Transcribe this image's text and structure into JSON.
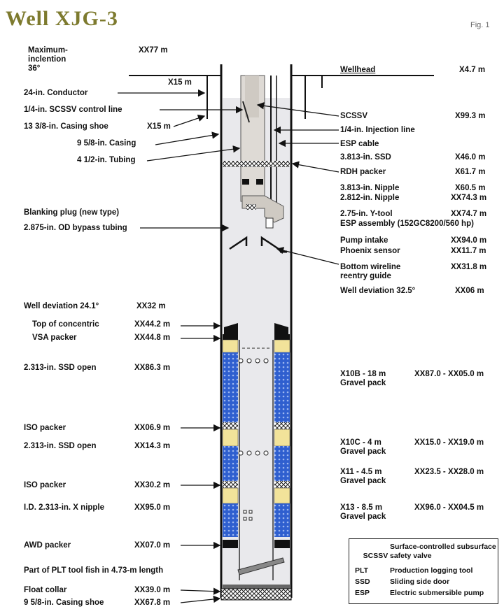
{
  "header": {
    "title": "Well XJG-3",
    "fig": "Fig. 1"
  },
  "left_labels": [
    {
      "name": "max-inclination",
      "text": "Maximum-\ninclention\n36°",
      "value": "XX77 m"
    },
    {
      "name": "conductor",
      "text": "24-in. Conductor",
      "value": "X15 m"
    },
    {
      "name": "scssv-control-line",
      "text": "1/4-in. SCSSV control line",
      "value": ""
    },
    {
      "name": "casing-shoe-13",
      "text": "13 3/8-in. Casing shoe",
      "value": "X15 m"
    },
    {
      "name": "casing-9",
      "text": "9 5/8-in. Casing",
      "value": ""
    },
    {
      "name": "tubing",
      "text": "4 1/2-in. Tubing",
      "value": ""
    },
    {
      "name": "blanking-plug",
      "text": "Blanking plug (new type)",
      "value": ""
    },
    {
      "name": "bypass-tubing",
      "text": "2.875-in. OD bypass tubing",
      "value": ""
    },
    {
      "name": "well-deviation-24",
      "text": "Well deviation 24.1°",
      "value": "XX32 m"
    },
    {
      "name": "top-of-concentric",
      "text": "Top of concentric",
      "value": "XX44.2 m"
    },
    {
      "name": "vsa-packer",
      "text": "VSA packer",
      "value": "XX44.8 m"
    },
    {
      "name": "ssd-open-1",
      "text": "2.313-in. SSD open",
      "value": "XX86.3 m"
    },
    {
      "name": "iso-packer-1",
      "text": "ISO packer",
      "value": "XX06.9 m"
    },
    {
      "name": "ssd-open-2",
      "text": "2.313-in. SSD open",
      "value": "XX14.3 m"
    },
    {
      "name": "iso-packer-2",
      "text": "ISO packer",
      "value": "XX30.2 m"
    },
    {
      "name": "x-nipple",
      "text": "I.D. 2.313-in. X nipple",
      "value": "XX95.0 m"
    },
    {
      "name": "awd-packer",
      "text": "AWD packer",
      "value": "XX07.0 m"
    },
    {
      "name": "plt-fish",
      "text": "Part of PLT tool fish in 4.73-m length",
      "value": ""
    },
    {
      "name": "float-collar",
      "text": "Float collar",
      "value": "XX39.0 m"
    },
    {
      "name": "casing-shoe-9",
      "text": "9 5/8-in. Casing shoe",
      "value": "XX67.8 m"
    }
  ],
  "right_labels": [
    {
      "name": "wellhead",
      "text": "Wellhead",
      "value": "X4.7 m"
    },
    {
      "name": "scssv",
      "text": "SCSSV",
      "value": "X99.3 m"
    },
    {
      "name": "injection-line",
      "text": "1/4-in. Injection line",
      "value": ""
    },
    {
      "name": "esp-cable",
      "text": "ESP cable",
      "value": ""
    },
    {
      "name": "ssd-3813",
      "text": "3.813-in. SSD",
      "value": "X46.0 m"
    },
    {
      "name": "rdh-packer",
      "text": "RDH packer",
      "value": "X61.7 m"
    },
    {
      "name": "nipple-3813",
      "text": "3.813-in. Nipple",
      "value": "X60.5 m"
    },
    {
      "name": "nipple-2812",
      "text": "2.812-in. Nipple",
      "value": "XX74.3 m"
    },
    {
      "name": "y-tool",
      "text": "2.75-in. Y-tool",
      "value": "XX74.7 m"
    },
    {
      "name": "esp-assembly",
      "text": "ESP assembly (152GC8200/560 hp)",
      "value": ""
    },
    {
      "name": "pump-intake",
      "text": "Pump intake",
      "value": "XX94.0 m"
    },
    {
      "name": "phoenix-sensor",
      "text": "Phoenix sensor",
      "value": "XX11.7 m"
    },
    {
      "name": "bottom-wireline",
      "text": "Bottom wireline\nreentry guide",
      "value": "XX31.8 m"
    },
    {
      "name": "well-deviation-32",
      "text": "Well deviation 32.5°",
      "value": "XX06 m"
    },
    {
      "name": "x10b",
      "text": "X10B - 18 m\nGravel pack",
      "value": "XX87.0 - XX05.0 m"
    },
    {
      "name": "x10c",
      "text": "X10C - 4 m\nGravel pack",
      "value": "XX15.0 - XX19.0 m"
    },
    {
      "name": "x11",
      "text": "X11 - 4.5 m\nGravel pack",
      "value": "XX23.5 - XX28.0 m"
    },
    {
      "name": "x13",
      "text": "X13 - 8.5 m\nGravel pack",
      "value": "XX96.0 - XX04.5 m"
    }
  ],
  "legend": [
    {
      "abbr": "SCSSV",
      "desc": "Surface-controlled subsurface\nsafety valve"
    },
    {
      "abbr": "PLT",
      "desc": "Production logging tool"
    },
    {
      "abbr": "SSD",
      "desc": "Sliding side door"
    },
    {
      "abbr": "ESP",
      "desc": "Electric submersible pump"
    }
  ],
  "colors": {
    "title": "#7d7a2e",
    "gravel": "#3a6fd8",
    "tubing": "#e0ddd8",
    "packer": "#000000",
    "sand": "#f2e39a"
  }
}
